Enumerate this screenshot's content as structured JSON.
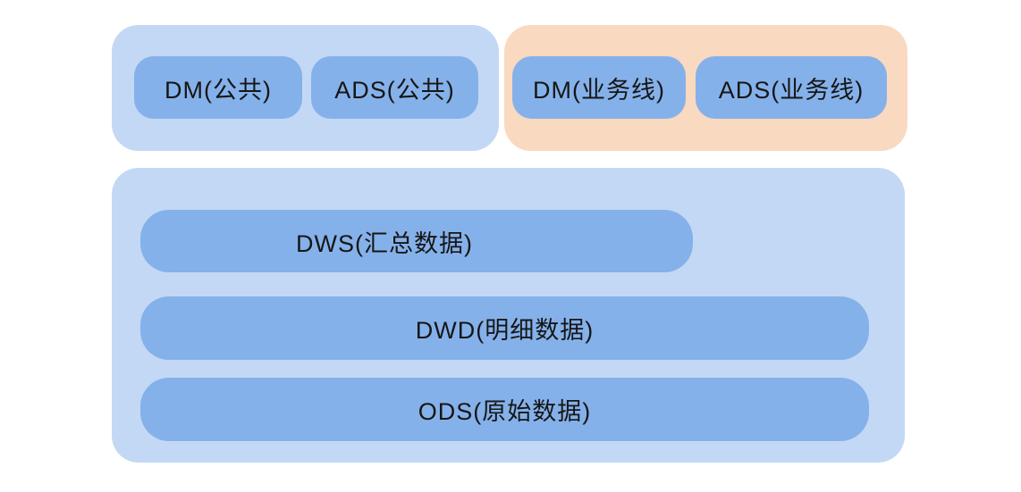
{
  "diagram": {
    "groups": {
      "public": {
        "items": [
          {
            "label": "DM(公共)"
          },
          {
            "label": "ADS(公共)"
          }
        ]
      },
      "business": {
        "items": [
          {
            "label": "DM(业务线)"
          },
          {
            "label": "ADS(业务线)"
          }
        ]
      },
      "layers": {
        "items": [
          {
            "label": "DWS(汇总数据)"
          },
          {
            "label": "DWD(明细数据)"
          },
          {
            "label": "ODS(原始数据)"
          }
        ]
      }
    },
    "colors": {
      "container_blue": "#c3d8f4",
      "container_peach": "#f9d9c0",
      "pill_blue": "#85b1ea",
      "text_color": "#161616",
      "page_background": "#ffffff"
    }
  }
}
